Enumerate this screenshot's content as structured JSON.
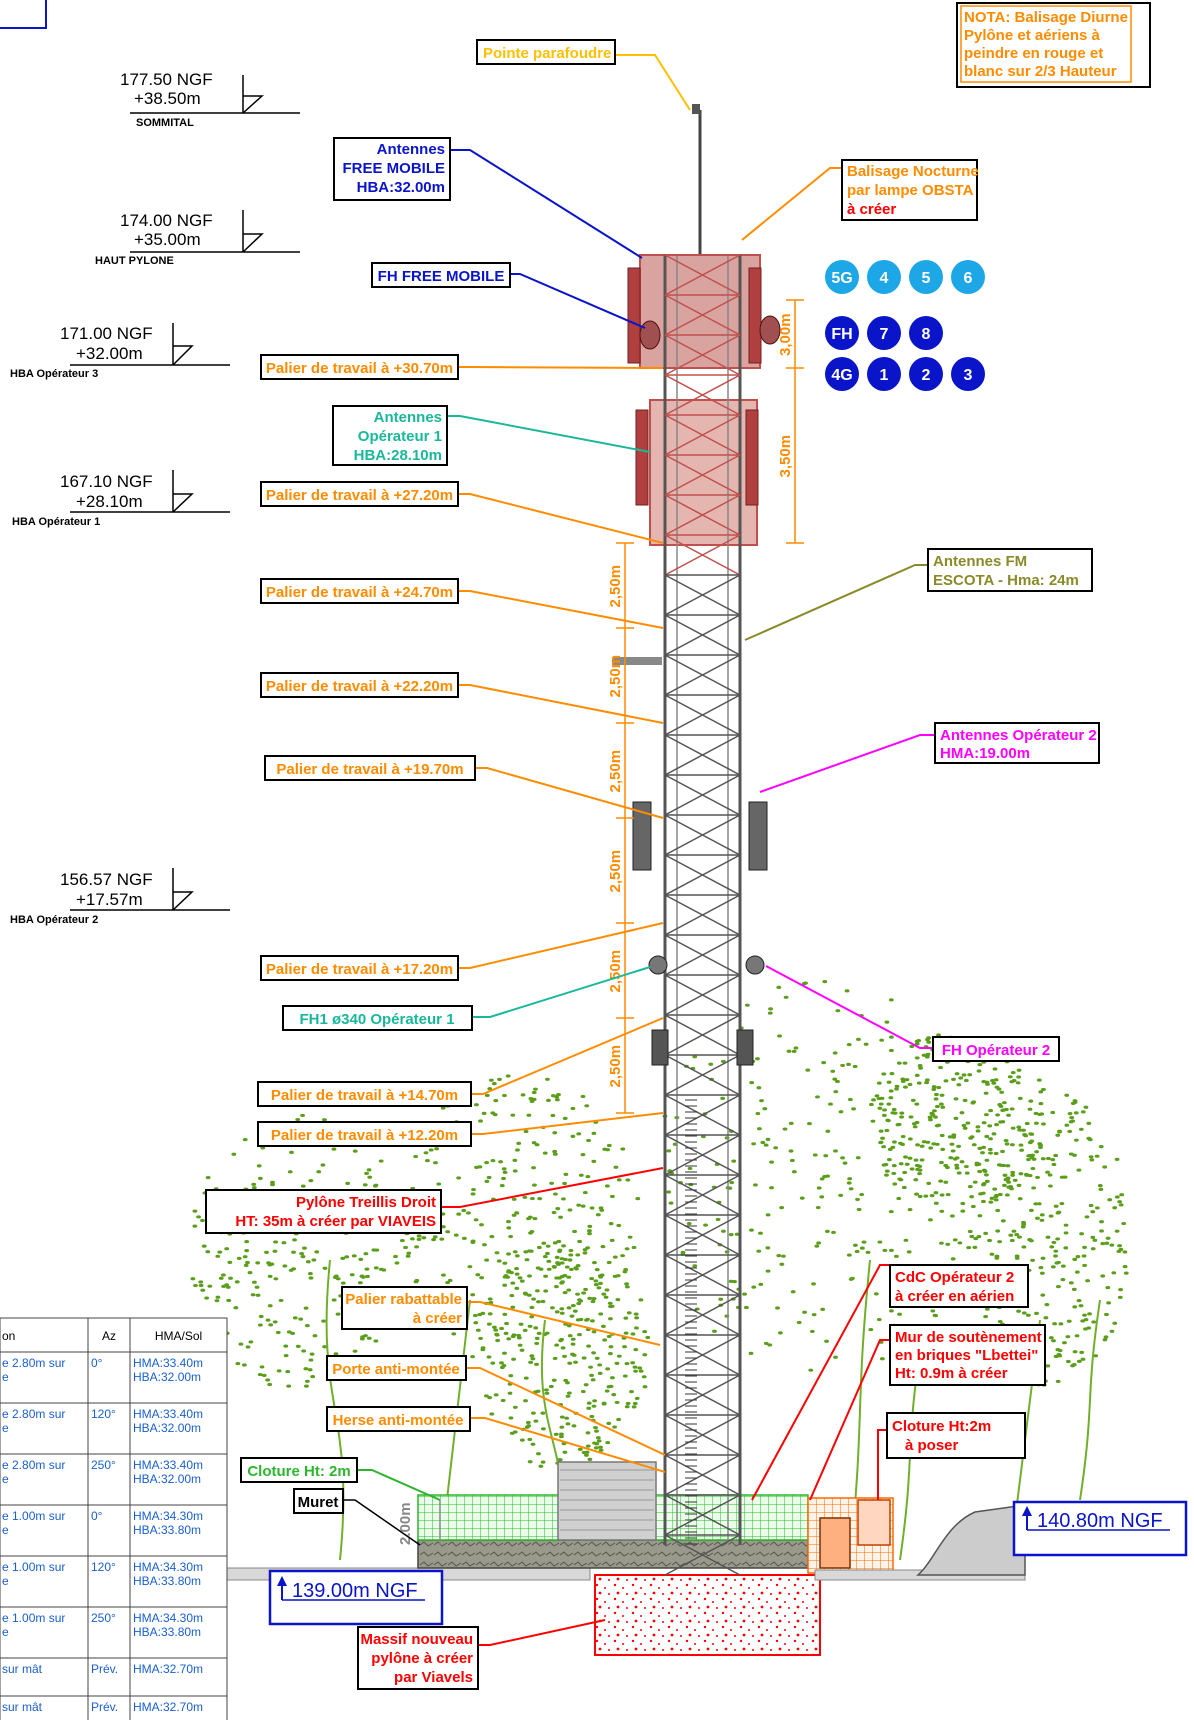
{
  "elevations": [
    {
      "ngf": "177.50 NGF",
      "rel": "+38.50m",
      "sub": "SOMMITAL"
    },
    {
      "ngf": "174.00 NGF",
      "rel": "+35.00m",
      "sub": "HAUT PYLONE"
    },
    {
      "ngf": "171.00 NGF",
      "rel": "+32.00m",
      "sub": "HBA Opérateur 3"
    },
    {
      "ngf": "167.10 NGF",
      "rel": "+28.10m",
      "sub": "HBA Opérateur 1"
    },
    {
      "ngf": "156.57 NGF",
      "rel": "+17.57m",
      "sub": "HBA Opérateur 2"
    }
  ],
  "nota": [
    "NOTA: Balisage Diurne",
    "Pylône et aériens à",
    "peindre en rouge et",
    "blanc sur 2/3 Hauteur"
  ],
  "labels": {
    "pointe": "Pointe parafoudre",
    "free1": "Antennes",
    "free2": "FREE MOBILE",
    "free3": "HBA:32.00m",
    "fh_free": "FH FREE MOBILE",
    "balisage1": "Balisage Nocturne",
    "balisage2": "par lampe OBSTA",
    "balisage3": "à créer",
    "op1_1": "Antennes",
    "op1_2": "Opérateur 1",
    "op1_3": "HBA:28.10m",
    "fm1": "Antennes FM",
    "fm2": "ESCOTA - Hma: 24m",
    "op2_1": "Antennes Opérateur 2",
    "op2_2": "HMA:19.00m",
    "fh1": "FH1 ø340 Opérateur 1",
    "fh_op2": "FH Opérateur 2",
    "pylone1": "Pylône Treillis Droit",
    "pylone2": "HT: 35m à créer par VIAVEIS",
    "palier_rab1": "Palier rabattable",
    "palier_rab2": "à créer",
    "porte": "Porte anti-montée",
    "herse": "Herse anti-montée",
    "cloture_v": "Cloture Ht: 2m",
    "muret": "Muret",
    "cdc1": "CdC Opérateur 2",
    "cdc2": "à créer en aérien",
    "mur1": "Mur de soutènement",
    "mur2": "en briques \"Lbettei\"",
    "mur3": "Ht: 0.9m à créer",
    "cloture1": "Cloture Ht:2m",
    "cloture2": "à poser",
    "massif1": "Massif nouveau",
    "massif2": "pylône à créer",
    "massif3": "par Viavels",
    "ngf_left": "139.00m NGF",
    "ngf_right": "140.80m NGF",
    "muret_dim": "2.00m"
  },
  "paliers": [
    "Palier de travail à +30.70m",
    "Palier de travail à +27.20m",
    "Palier de travail à +24.70m",
    "Palier de travail à +22.20m",
    "Palier de travail à +19.70m",
    "Palier de travail à +17.20m",
    "Palier de travail à +14.70m",
    "Palier de travail à +12.20m"
  ],
  "dimensions": [
    "3,00m",
    "3,50m",
    "2,50m",
    "2,50m",
    "2,50m",
    "2,50m",
    "2,50m",
    "2,50m"
  ],
  "badges": [
    {
      "t": "5G",
      "c": "#1ea7e6"
    },
    {
      "t": "4",
      "c": "#1ea7e6"
    },
    {
      "t": "5",
      "c": "#1ea7e6"
    },
    {
      "t": "6",
      "c": "#1ea7e6"
    },
    {
      "t": "FH",
      "c": "#0a14c8"
    },
    {
      "t": "7",
      "c": "#0a14c8"
    },
    {
      "t": "8",
      "c": "#0a14c8"
    },
    {
      "t": "4G",
      "c": "#0a14c8"
    },
    {
      "t": "1",
      "c": "#0a14c8"
    },
    {
      "t": "2",
      "c": "#0a14c8"
    },
    {
      "t": "3",
      "c": "#0a14c8"
    }
  ],
  "table": {
    "headers": [
      "on",
      "Az",
      "HMA/Sol"
    ],
    "rows": [
      {
        "c1a": "e 2.80m sur",
        "c1b": "e",
        "az": "0°",
        "h1": "HMA:33.40m",
        "h2": "HBA:32.00m"
      },
      {
        "c1a": "e 2.80m sur",
        "c1b": "e",
        "az": "120°",
        "h1": "HMA:33.40m",
        "h2": "HBA:32.00m"
      },
      {
        "c1a": "e 2.80m sur",
        "c1b": "e",
        "az": "250°",
        "h1": "HMA:33.40m",
        "h2": "HBA:32.00m"
      },
      {
        "c1a": "e 1.00m sur",
        "c1b": "e",
        "az": "0°",
        "h1": "HMA:34.30m",
        "h2": "HBA:33.80m"
      },
      {
        "c1a": "e 1.00m sur",
        "c1b": "e",
        "az": "120°",
        "h1": "HMA:34.30m",
        "h2": "HBA:33.80m"
      },
      {
        "c1a": "e 1.00m sur",
        "c1b": "e",
        "az": "250°",
        "h1": "HMA:34.30m",
        "h2": "HBA:33.80m"
      },
      {
        "c1a": "sur mât",
        "c1b": "",
        "az": "Prév.",
        "h1": "HMA:32.70m",
        "h2": ""
      },
      {
        "c1a": "sur mât",
        "c1b": "",
        "az": "Prév.",
        "h1": "HMA:32.70m",
        "h2": ""
      }
    ]
  },
  "colors": {
    "orange": "#ff8c00",
    "blue": "#0a14c8",
    "teal": "#1ab89a",
    "olive": "#8a8a2a",
    "magenta": "#ff00ff",
    "red": "#ff0000",
    "green": "#2db52d",
    "tower_red": "#c0504d",
    "tree": "#5a9e1a"
  }
}
